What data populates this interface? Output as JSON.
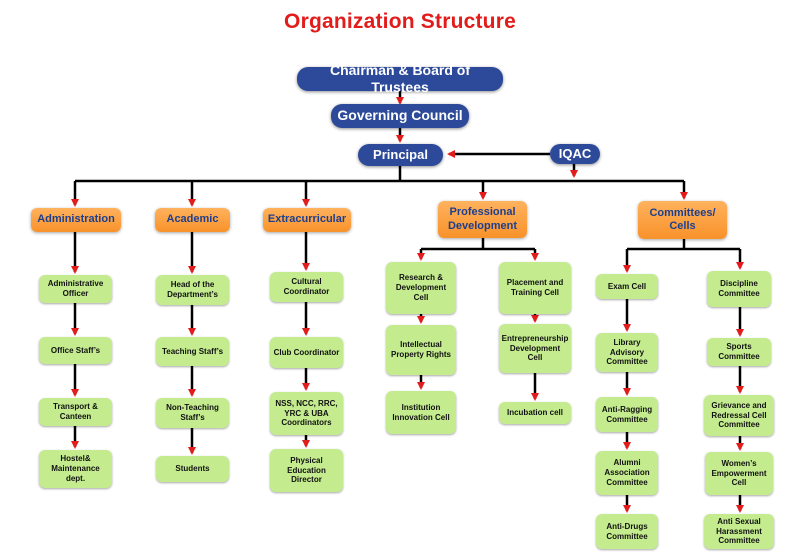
{
  "title": "Organization Structure",
  "colors": {
    "title": "#e21b1b",
    "top_level_box": "#2d4a9a",
    "department_box": "#f8922a",
    "unit_box": "#c4ec8f",
    "connector": "#000000",
    "arrowhead": "#e21b1b"
  },
  "top": {
    "chairman": "Chairman & Board of Trustees",
    "governing_council": "Governing Council",
    "principal": "Principal",
    "iqac": "IQAC"
  },
  "departments": {
    "administration": {
      "label": "Administration",
      "units": [
        "Administrative Officer",
        "Office Staff’s",
        "Transport & Canteen",
        "Hostel& Maintenance dept."
      ]
    },
    "academic": {
      "label": "Academic",
      "units": [
        "Head of the Department’s",
        "Teaching Staff’s",
        "Non-Teaching Staff’s",
        "Students"
      ]
    },
    "extracurricular": {
      "label": "Extracurricular",
      "units": [
        "Cultural Coordinator",
        "Club Coordinator",
        "NSS, NCC, RRC, YRC & UBA Coordinators",
        "Physical Education Director"
      ]
    },
    "professional_development": {
      "label": "Professional Development",
      "left_units": [
        "Research & Development Cell",
        "Intellectual Property Rights",
        "Institution Innovation Cell"
      ],
      "right_units": [
        "Placement and Training Cell",
        "Entrepreneurship Development Cell",
        "Incubation cell"
      ]
    },
    "committees": {
      "label": "Committees/ Cells",
      "left_units": [
        "Exam Cell",
        "Library Advisory Committee",
        "Anti-Ragging Committee",
        "Alumni Association Committee",
        "Anti-Drugs Committee"
      ],
      "right_units": [
        "Discipline Committee",
        "Sports Committee",
        "Grievance and Redressal Cell Committee",
        "Women’s Empowerment Cell",
        "Anti Sexual Harassment Committee"
      ]
    }
  }
}
